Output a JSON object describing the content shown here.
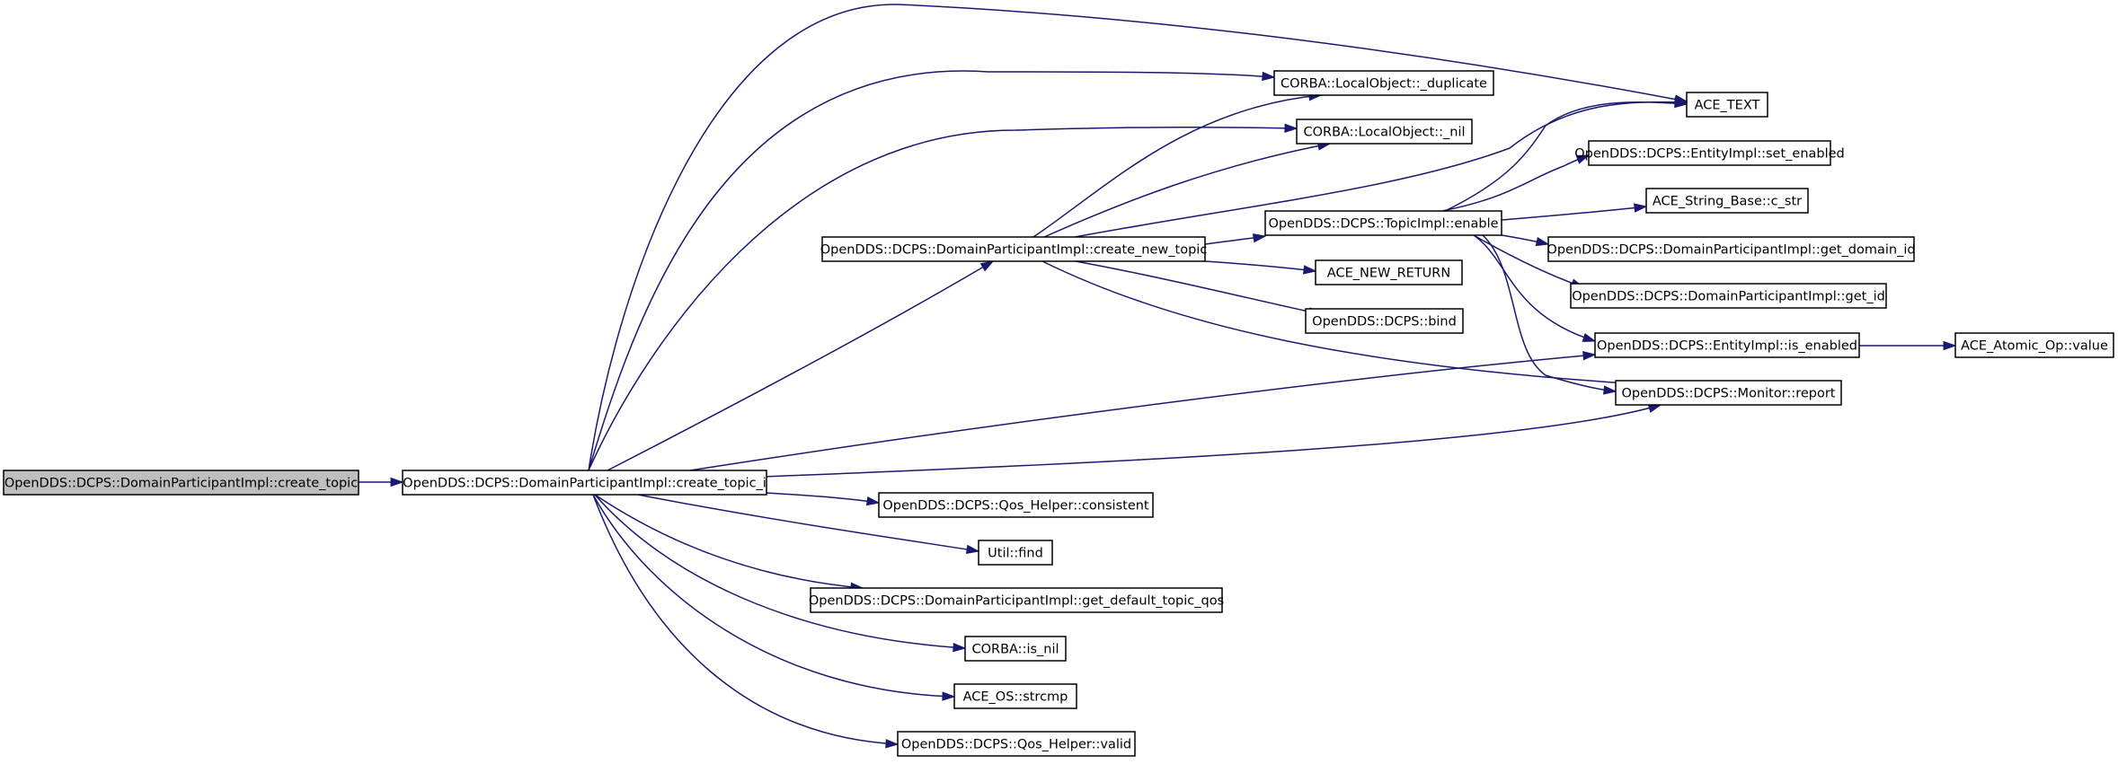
{
  "graph": {
    "nodes": [
      {
        "id": "n0",
        "label": "OpenDDS::DCPS::DomainParticipantImpl::create_topic",
        "root": true
      },
      {
        "id": "n1",
        "label": "OpenDDS::DCPS::DomainParticipantImpl::create_topic_i"
      },
      {
        "id": "n2",
        "label": "ACE_TEXT"
      },
      {
        "id": "n3",
        "label": "CORBA::LocalObject::_duplicate"
      },
      {
        "id": "n4",
        "label": "CORBA::LocalObject::_nil"
      },
      {
        "id": "n5",
        "label": "OpenDDS::DCPS::DomainParticipantImpl::create_new_topic"
      },
      {
        "id": "n6",
        "label": "OpenDDS::DCPS::TopicImpl::enable"
      },
      {
        "id": "n7",
        "label": "OpenDDS::DCPS::EntityImpl::set_enabled"
      },
      {
        "id": "n8",
        "label": "ACE_String_Base::c_str"
      },
      {
        "id": "n9",
        "label": "OpenDDS::DCPS::DomainParticipantImpl::get_domain_id"
      },
      {
        "id": "n10",
        "label": "OpenDDS::DCPS::DomainParticipantImpl::get_id"
      },
      {
        "id": "n11",
        "label": "ACE_NEW_RETURN"
      },
      {
        "id": "n12",
        "label": "OpenDDS::DCPS::bind"
      },
      {
        "id": "n13",
        "label": "OpenDDS::DCPS::EntityImpl::is_enabled"
      },
      {
        "id": "n14",
        "label": "ACE_Atomic_Op::value"
      },
      {
        "id": "n15",
        "label": "OpenDDS::DCPS::Monitor::report"
      },
      {
        "id": "n16",
        "label": "OpenDDS::DCPS::Qos_Helper::consistent"
      },
      {
        "id": "n17",
        "label": "Util::find"
      },
      {
        "id": "n18",
        "label": "OpenDDS::DCPS::DomainParticipantImpl::get_default_topic_qos"
      },
      {
        "id": "n19",
        "label": "CORBA::is_nil"
      },
      {
        "id": "n20",
        "label": "ACE_OS::strcmp"
      },
      {
        "id": "n21",
        "label": "OpenDDS::DCPS::Qos_Helper::valid"
      }
    ],
    "edges": [
      [
        "n0",
        "n1"
      ],
      [
        "n1",
        "n2"
      ],
      [
        "n1",
        "n3"
      ],
      [
        "n1",
        "n4"
      ],
      [
        "n1",
        "n5"
      ],
      [
        "n1",
        "n13"
      ],
      [
        "n1",
        "n15"
      ],
      [
        "n1",
        "n16"
      ],
      [
        "n1",
        "n17"
      ],
      [
        "n1",
        "n18"
      ],
      [
        "n1",
        "n19"
      ],
      [
        "n1",
        "n20"
      ],
      [
        "n1",
        "n21"
      ],
      [
        "n5",
        "n3"
      ],
      [
        "n5",
        "n4"
      ],
      [
        "n5",
        "n2"
      ],
      [
        "n5",
        "n6"
      ],
      [
        "n5",
        "n11"
      ],
      [
        "n5",
        "n12"
      ],
      [
        "n5",
        "n15"
      ],
      [
        "n6",
        "n2"
      ],
      [
        "n6",
        "n7"
      ],
      [
        "n6",
        "n8"
      ],
      [
        "n6",
        "n9"
      ],
      [
        "n6",
        "n10"
      ],
      [
        "n6",
        "n13"
      ],
      [
        "n6",
        "n15"
      ],
      [
        "n13",
        "n14"
      ]
    ]
  }
}
